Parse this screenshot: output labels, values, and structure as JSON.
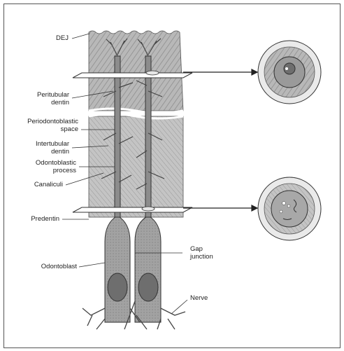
{
  "labels": {
    "dej": "DEJ",
    "peritubular": "Peritubular\ndentin",
    "periodontoblastic": "Periodontoblastic\nspace",
    "intertubular": "Intertubular\ndentin",
    "odontoblastic_process": "Odontoblastic\nprocess",
    "canaliculi": "Canaliculi",
    "predentin": "Predentin",
    "odontoblast": "Odontoblast",
    "gap_junction": "Gap\njunction",
    "nerve": "Nerve"
  },
  "colors": {
    "dentin": "#b4b4b4",
    "line": "#333333",
    "cell": "#9a9a9a",
    "nucleus": "#6e6e6e",
    "circle_bg": "#a8a8a8"
  }
}
